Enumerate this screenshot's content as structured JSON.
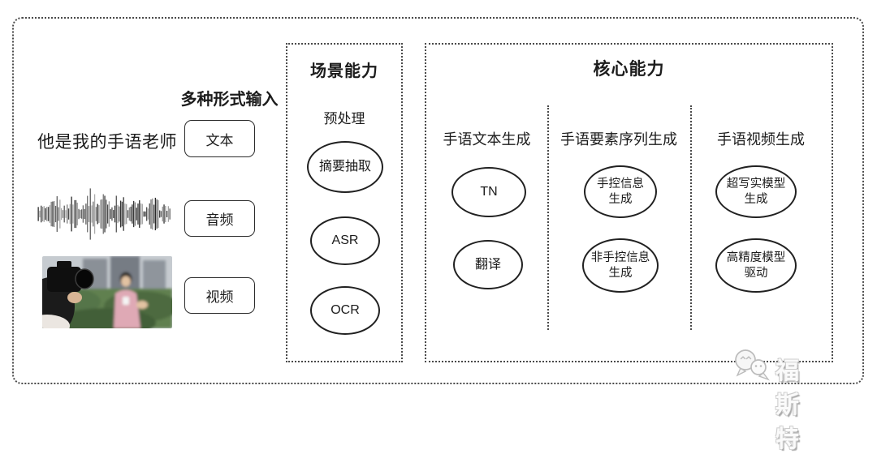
{
  "input_section": {
    "title": "多种形式输入",
    "sample_text": "他是我的手语老师",
    "items": [
      "文本",
      "音频",
      "视频"
    ]
  },
  "scene_section": {
    "title": "场景能力",
    "subtitle": "预处理",
    "nodes": [
      "摘要抽取",
      "ASR",
      "OCR"
    ]
  },
  "core_section": {
    "title": "核心能力",
    "columns": [
      {
        "header": "手语文本生成",
        "nodes": [
          "TN",
          "翻译"
        ]
      },
      {
        "header": "手语要素序列生成",
        "nodes": [
          "手控信息\n生成",
          "非手控信息\n生成"
        ]
      },
      {
        "header": "手语视频生成",
        "nodes": [
          "超写实模型\n生成",
          "高精度模型\n驱动"
        ]
      }
    ]
  },
  "watermark": {
    "text": "福斯特",
    "icon": "wechat-icon"
  },
  "colors": {
    "ink": "#1c1c1c",
    "dotted_border": "#4a4a4a",
    "node_stroke": "#212121",
    "watermark_gray": "#bcbcbc",
    "background": "#ffffff"
  }
}
